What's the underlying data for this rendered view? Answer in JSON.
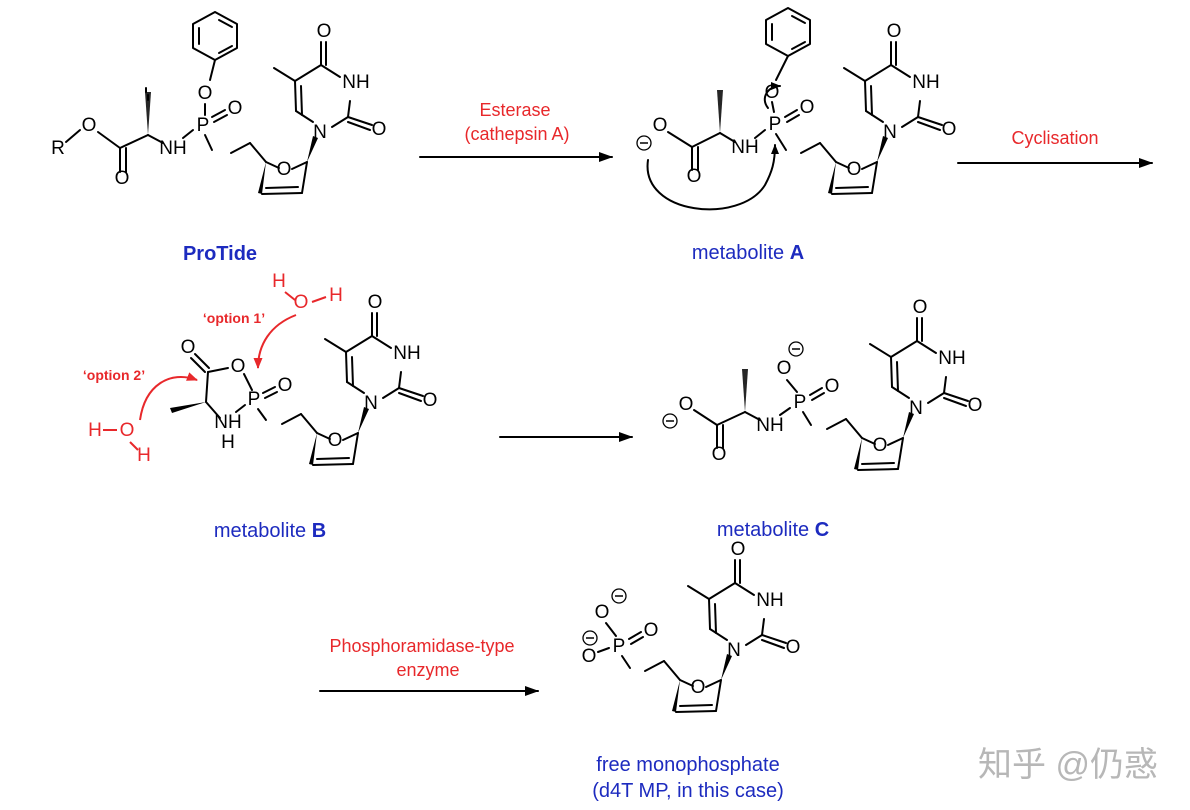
{
  "compounds": {
    "protide": {
      "label": "ProTide"
    },
    "metabolite_a": {
      "prefix": "metabolite",
      "letter": "A"
    },
    "metabolite_b": {
      "prefix": "metabolite",
      "letter": "B"
    },
    "metabolite_c": {
      "prefix": "metabolite",
      "letter": "C"
    },
    "free_mp": {
      "line1": "free monophosphate",
      "line2": "(d4T MP, in this case)"
    }
  },
  "steps": {
    "step1": {
      "line1": "Esterase",
      "line2": "(cathepsin A)"
    },
    "step2": {
      "line1": "Cyclisation"
    },
    "step4": {
      "line1": "Phosphoramidase-type",
      "line2": "enzyme"
    }
  },
  "options": {
    "option1": "‘option 1’",
    "option2": "‘option 2’"
  },
  "atoms": {
    "O": "O",
    "N": "N",
    "NH": "NH",
    "H": "H",
    "P": "P",
    "R": "R"
  },
  "watermark": "知乎 @仍惑",
  "colors": {
    "caption": "#1d2bbf",
    "annotation": "#e8282b",
    "arrow": "#000000",
    "watermark": "#b7b7b7"
  }
}
